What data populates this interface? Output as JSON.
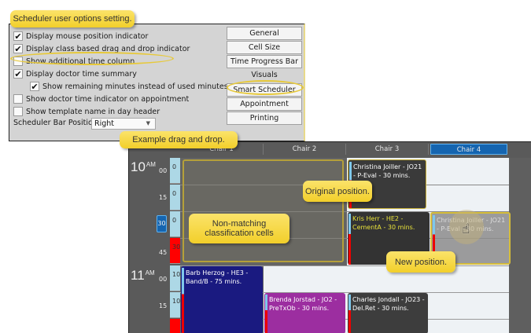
{
  "callouts": {
    "options": "Scheduler user options setting.",
    "drag_drop": "Example drag and drop.",
    "original": "Original position.",
    "non_matching": "Non-matching classification cells",
    "new_position": "New position."
  },
  "options": {
    "items": [
      {
        "label": "Display mouse position indicator",
        "checked": true,
        "mark": "✔"
      },
      {
        "label": "Display class based drag and drop indicator",
        "checked": true,
        "mark": "✔"
      },
      {
        "label": "Show additional time column",
        "checked": false,
        "mark": ""
      },
      {
        "label": "Display doctor time summary",
        "checked": true,
        "mark": "✔"
      },
      {
        "label": "Show remaining minutes instead of used minutes",
        "checked": true,
        "mark": "✔"
      },
      {
        "label": "Show doctor time indicator on appointment",
        "checked": false,
        "mark": ""
      },
      {
        "label": "Show template name in day header",
        "checked": false,
        "mark": ""
      }
    ],
    "bar_position_label": "Scheduler Bar Position:",
    "bar_position_value": "Right",
    "dropdown_arrow": "▼"
  },
  "tabs": [
    "General",
    "Cell Size",
    "Time Progress Bar",
    "Visuals",
    "Smart Scheduler",
    "Appointment",
    "Printing"
  ],
  "scheduler": {
    "chairs": [
      "Chair 1",
      "Chair 2",
      "Chair 3",
      "Chair 4"
    ],
    "active_chair": "Chair 4",
    "hours": [
      {
        "hour": "10",
        "ampm": "AM"
      },
      {
        "hour": "11",
        "ampm": "AM"
      }
    ],
    "minutes": [
      "00",
      "15",
      "30",
      "45",
      "00",
      "15"
    ],
    "active_minute_index": 2,
    "counts": [
      "0",
      "0",
      "0",
      "30",
      "10",
      "10"
    ],
    "count_red": [
      false,
      false,
      false,
      true,
      false,
      false
    ],
    "appointments": [
      {
        "text": "Christina Joiller - JO21 - P-Eval - 30 mins.",
        "color": "#3a3a3a",
        "chair": "Chair 3"
      },
      {
        "text": "Kris Herr - HE2 - CementA - 30 mins.",
        "color": "#333333",
        "chair": "Chair 3"
      },
      {
        "text": "Christina Joiller - JO21 - P-Eval - 30 mins.",
        "color": "#8a8a8a",
        "chair": "Chair 4"
      },
      {
        "text": "Barb Herzog - HE3 - Band/B - 75 mins.",
        "color": "#1a1a80",
        "chair": "Chair 1"
      },
      {
        "text": "Brenda Jorstad - JO2 - PreTxOb - 30 mins.",
        "color": "#9c2ea0",
        "chair": "Chair 2"
      },
      {
        "text": "Charles Jondall - JO23 - Del.Ret - 30 mins.",
        "color": "#3a3a3a",
        "chair": "Chair 3"
      }
    ],
    "cursor_icon": "hand-pointer-icon"
  }
}
